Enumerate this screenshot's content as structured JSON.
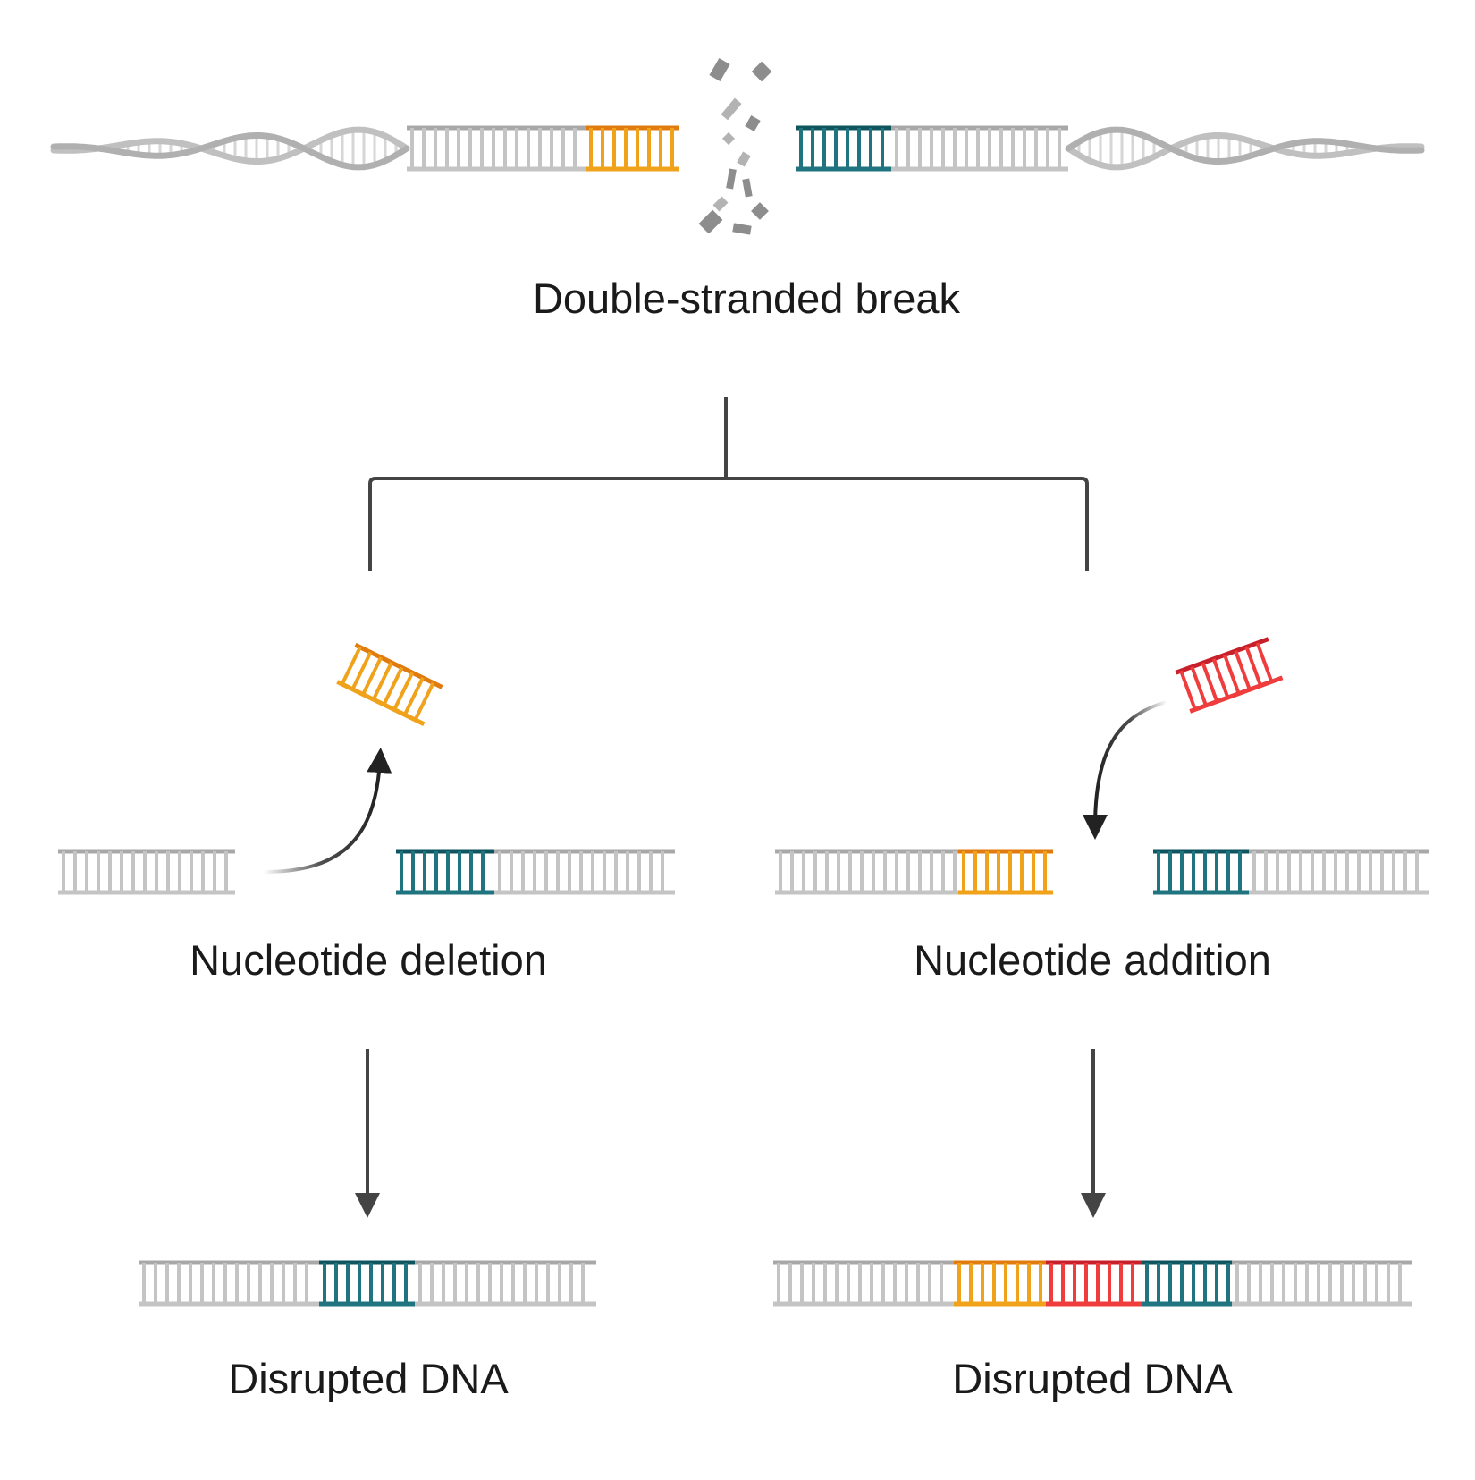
{
  "labels": {
    "top": "Double-stranded break",
    "left_mid": "Nucleotide deletion",
    "right_mid": "Nucleotide addition",
    "left_bottom": "Disrupted DNA",
    "right_bottom": "Disrupted DNA"
  },
  "colors": {
    "background": "#ffffff",
    "dna_gray": "#c4c4c4",
    "dna_gray_dark": "#a8a8a8",
    "orange": "#f0a21a",
    "orange_dark": "#e07b10",
    "teal": "#1f7480",
    "teal_dark": "#0f5560",
    "red": "#ef3d3d",
    "red_dark": "#c8202a",
    "line": "#444444",
    "arrow": "#222222",
    "debris": "#999999",
    "text": "#1a1a1a"
  },
  "icons": [
    "dna-helix",
    "dna-ladder-segment",
    "dna-debris",
    "curved-arrow",
    "straight-arrow",
    "bracket-connector"
  ]
}
